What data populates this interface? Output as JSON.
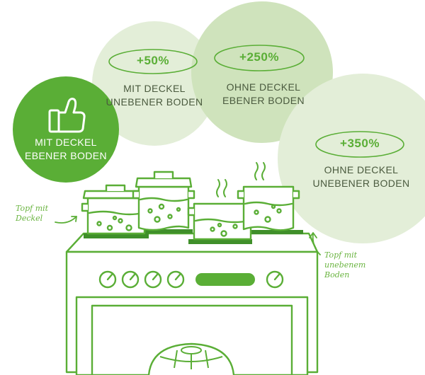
{
  "colors": {
    "accent": "#5aae36",
    "accent_dark": "#3f8f2a",
    "light_bubble": "#e3eed8",
    "mid_bubble": "#cfe3bc",
    "label_text": "#4a5a3e"
  },
  "bubbles": [
    {
      "id": "lid-flat",
      "icon": "thumbs-up-icon",
      "line1": "MIT DECKEL",
      "line2": "EBENER BODEN"
    },
    {
      "id": "lid-uneven",
      "percent": "+50%",
      "line1": "MIT DECKEL",
      "line2": "UNEBENER BODEN"
    },
    {
      "id": "nolid-flat",
      "percent": "+250%",
      "line1": "OHNE DECKEL",
      "line2": "EBENER BODEN"
    },
    {
      "id": "nolid-uneven",
      "percent": "+350%",
      "line1": "OHNE DECKEL",
      "line2": "UNEBENER BODEN"
    }
  ],
  "annotations": {
    "pot_with_lid": [
      "Topf mit",
      "Deckel"
    ],
    "pot_uneven": [
      "Topf mit",
      "unebenem",
      "Boden"
    ]
  }
}
